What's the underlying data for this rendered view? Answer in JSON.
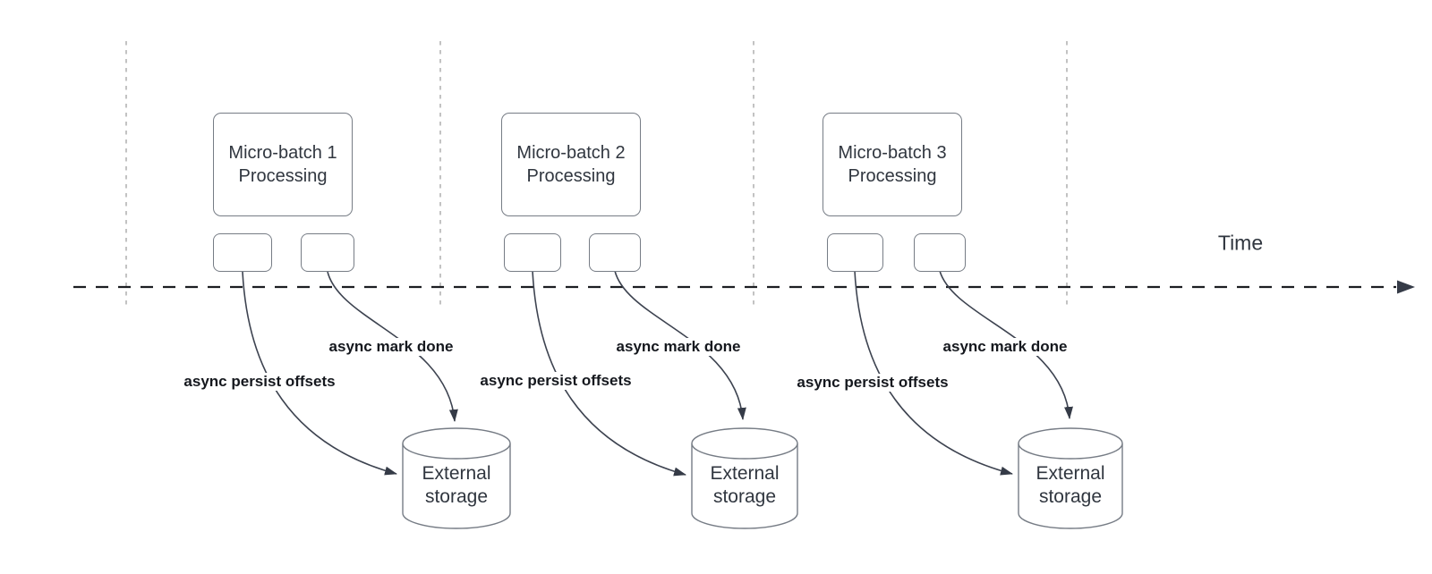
{
  "time_axis": {
    "label": "Time"
  },
  "groups": [
    {
      "batch_title_line1": "Micro-batch 1",
      "batch_title_line2": "Processing",
      "persist_label": "async persist offsets",
      "mark_done_label": "async mark done",
      "storage_line1": "External",
      "storage_line2": "storage"
    },
    {
      "batch_title_line1": "Micro-batch 2",
      "batch_title_line2": "Processing",
      "persist_label": "async persist offsets",
      "mark_done_label": "async mark done",
      "storage_line1": "External",
      "storage_line2": "storage"
    },
    {
      "batch_title_line1": "Micro-batch 3",
      "batch_title_line2": "Processing",
      "persist_label": "async persist offsets",
      "mark_done_label": "async mark done",
      "storage_line1": "External",
      "storage_line2": "storage"
    }
  ],
  "colors": {
    "background": "#ffffff",
    "shape_border": "#767c85",
    "arrow_stroke": "#3d4350",
    "arrowhead_fill": "#353b47",
    "timeline_stroke": "#1c1e22",
    "gridline_stroke": "#b4b4b4",
    "text": "#30363f",
    "bold_label_text": "#15181e"
  }
}
